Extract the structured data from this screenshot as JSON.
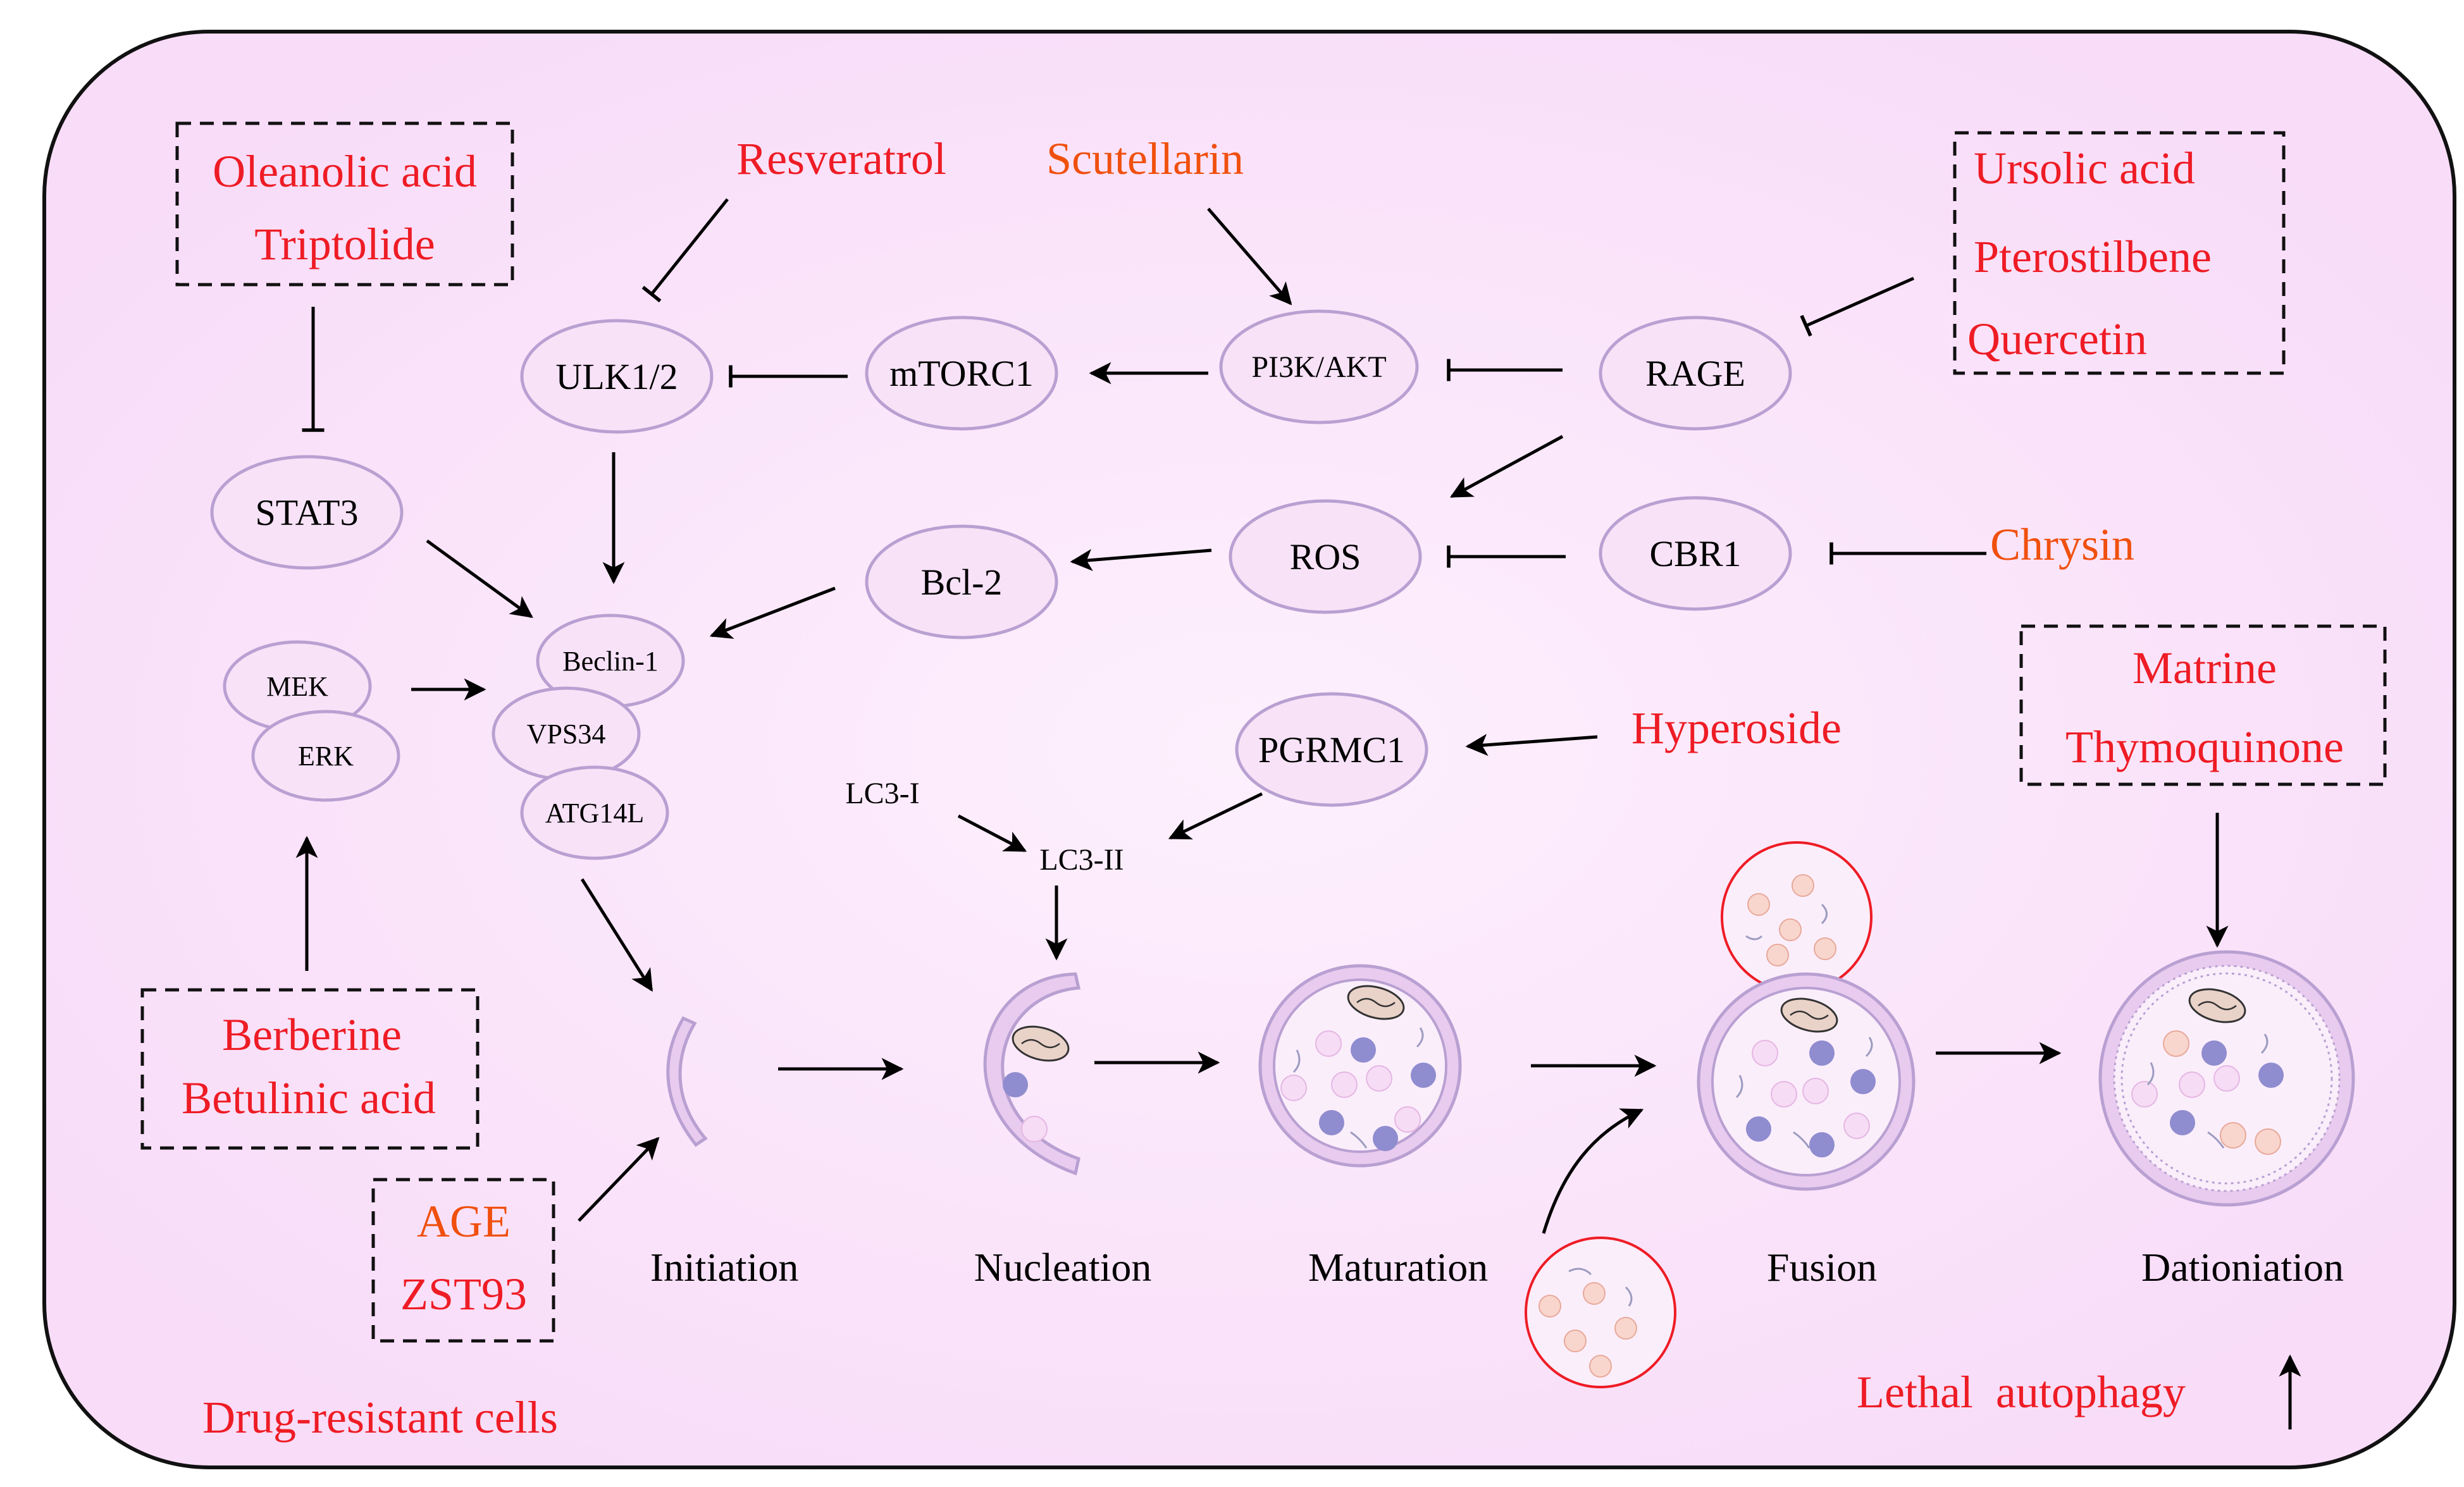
{
  "colors": {
    "red": "#ee1c25",
    "orange": "#f0500e",
    "node_fill": "#f7e2f7",
    "node_stroke": "#b9a0d2",
    "cell_fill": "#fbe9fb",
    "vesicle_purple": "#8f8ccf",
    "vesicle_pink": "#f6dcf4",
    "lysosome_dot": "#f9d6cd"
  },
  "drugs": {
    "oleanolic_acid": "Oleanolic acid",
    "triptolide": "Triptolide",
    "resveratrol": "Resveratrol",
    "scutellarin": "Scutellarin",
    "ursolic_acid": "Ursolic acid",
    "pterostilbene": "Pterostilbene",
    "quercetin": "Quercetin",
    "chrysin": "Chrysin",
    "matrine": "Matrine",
    "thymoquinone": "Thymoquinone",
    "hyperoside": "Hyperoside",
    "berberine": "Berberine",
    "betulinic_acid": "Betulinic acid",
    "age": "AGE",
    "zst93": "ZST93"
  },
  "nodes": {
    "ulk": "ULK1/2",
    "mtorc1": "mTORC1",
    "pi3k": "PI3K/AKT",
    "rage": "RAGE",
    "stat3": "STAT3",
    "bcl2": "Bcl-2",
    "ros": "ROS",
    "cbr1": "CBR1",
    "mek": "MEK",
    "erk": "ERK",
    "beclin": "Beclin-1",
    "vps34": "VPS34",
    "atg14l": "ATG14L",
    "pgrmc1": "PGRMC1",
    "lc3i": "LC3-I",
    "lc3ii": "LC3-II"
  },
  "stages": {
    "initiation": "Initiation",
    "nucleation": "Nucleation",
    "maturation": "Maturation",
    "fusion": "Fusion",
    "dationiation": "Dationiation"
  },
  "footer": {
    "drug_resistant": "Drug-resistant cells",
    "lethal": "Lethal  autophagy"
  }
}
